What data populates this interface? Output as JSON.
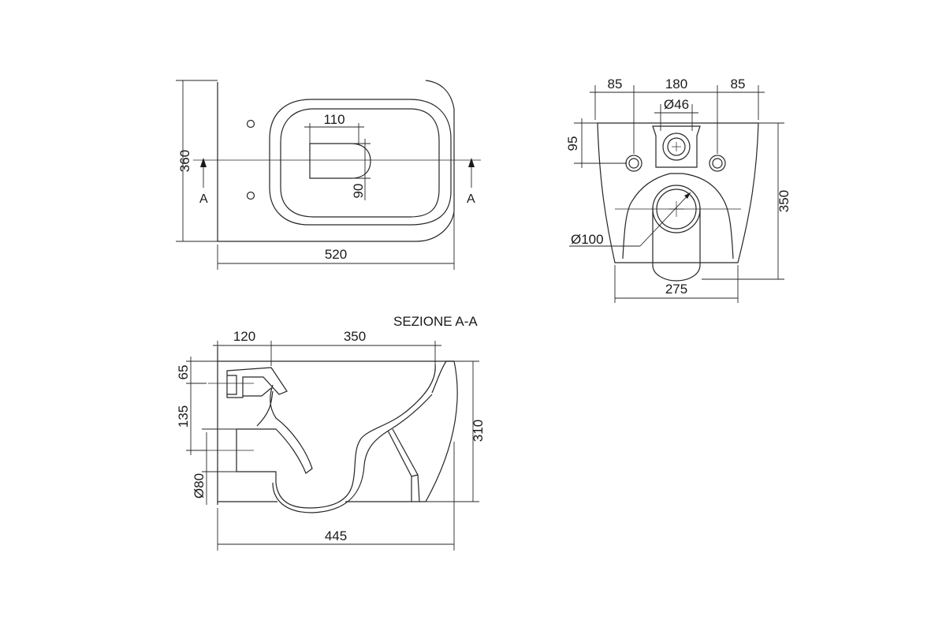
{
  "top_view": {
    "width_label": "520",
    "depth_label": "360",
    "bowl_width_label": "110",
    "bowl_depth_label": "90",
    "section_mark_left": "A",
    "section_mark_right": "A"
  },
  "rear_view": {
    "left_spacing_label": "85",
    "center_spacing_label": "180",
    "right_spacing_label": "85",
    "flush_inlet_label": "Ø46",
    "bolt_height_label": "95",
    "height_label": "350",
    "outlet_label": "Ø100",
    "base_width_label": "275"
  },
  "section": {
    "title": "SEZIONE A-A",
    "rear_offset_label": "120",
    "bowl_length_label": "350",
    "inlet_height_label": "65",
    "inlet_drop_label": "135",
    "outlet_label": "Ø80",
    "height_label": "310",
    "length_label": "445"
  }
}
